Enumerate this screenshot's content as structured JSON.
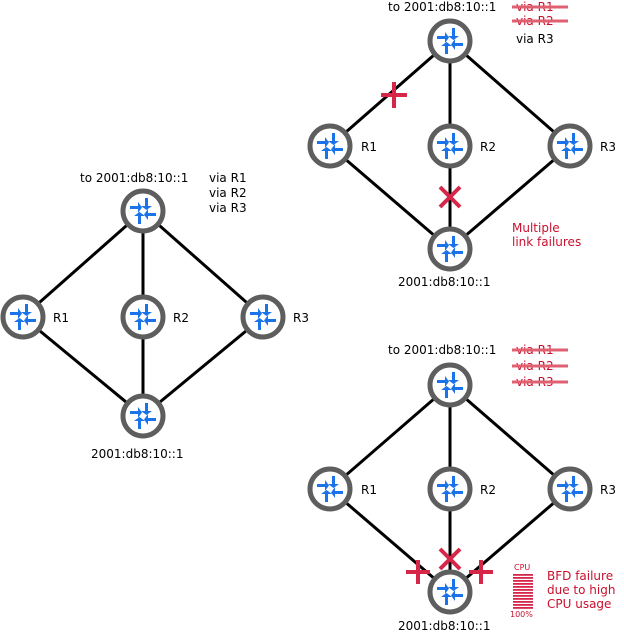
{
  "colors": {
    "line": "#000000",
    "router_ring": "#5e5e5e",
    "router_fill": "#ffffff",
    "router_arrow": "#1a73e8",
    "failure": "#d6264a",
    "strike": "#e06071",
    "text": "#000000",
    "red_text": "#c8102e"
  },
  "icons": {
    "router": "router-icon",
    "failure_mark": "cross-icon",
    "cpu_meter": "cpu-bar-icon"
  },
  "panels": {
    "baseline": {
      "route_dest": "to 2001:db8:10::1",
      "routes": [
        "via R1",
        "via R2",
        "via R3"
      ],
      "labels": {
        "r1": "R1",
        "r2": "R2",
        "r3": "R3",
        "dest": "2001:db8:10::1"
      }
    },
    "link_failures": {
      "route_dest": "to 2001:db8:10::1",
      "routes": [
        {
          "text": "via R1",
          "struck": true
        },
        {
          "text": "via R2",
          "struck": true
        },
        {
          "text": "via R3",
          "struck": false
        }
      ],
      "labels": {
        "r1": "R1",
        "r2": "R2",
        "r3": "R3",
        "dest": "2001:db8:10::1"
      },
      "note": [
        "Multiple",
        "link failures"
      ]
    },
    "bfd_failure": {
      "route_dest": "to 2001:db8:10::1",
      "routes": [
        {
          "text": "via R1",
          "struck": true
        },
        {
          "text": "via R2",
          "struck": true
        },
        {
          "text": "via R3",
          "struck": true
        }
      ],
      "labels": {
        "r1": "R1",
        "r2": "R2",
        "r3": "R3",
        "dest": "2001:db8:10::1"
      },
      "cpu_label": "CPU",
      "cpu_level": "100%",
      "note": [
        "BFD failure",
        "due to high",
        "CPU usage"
      ]
    }
  }
}
